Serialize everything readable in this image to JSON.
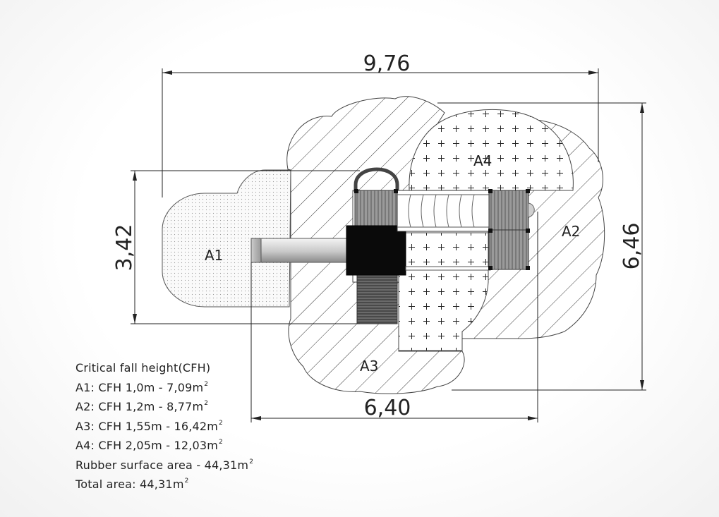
{
  "dimensions": {
    "overall_width": "9,76",
    "overall_depth": "6,46",
    "left_depth": "3,42",
    "bottom_width": "6,40"
  },
  "zones": {
    "a1": "A1",
    "a2": "A2",
    "a3": "A3",
    "a4": "A4"
  },
  "legend": {
    "title": "Critical fall height(CFH)",
    "rows": [
      {
        "text": "A1: CFH 1,0m - 7,09m",
        "sup": "2"
      },
      {
        "text": "A2: CFH 1,2m - 8,77m",
        "sup": "2"
      },
      {
        "text": "A3: CFH 1,55m - 16,42m",
        "sup": "2"
      },
      {
        "text": "A4: CFH 2,05m - 12,03m",
        "sup": "2"
      },
      {
        "text": "Rubber surface area - 44,31m",
        "sup": "2"
      },
      {
        "text": "Total area: 44,31m",
        "sup": "2"
      }
    ]
  }
}
